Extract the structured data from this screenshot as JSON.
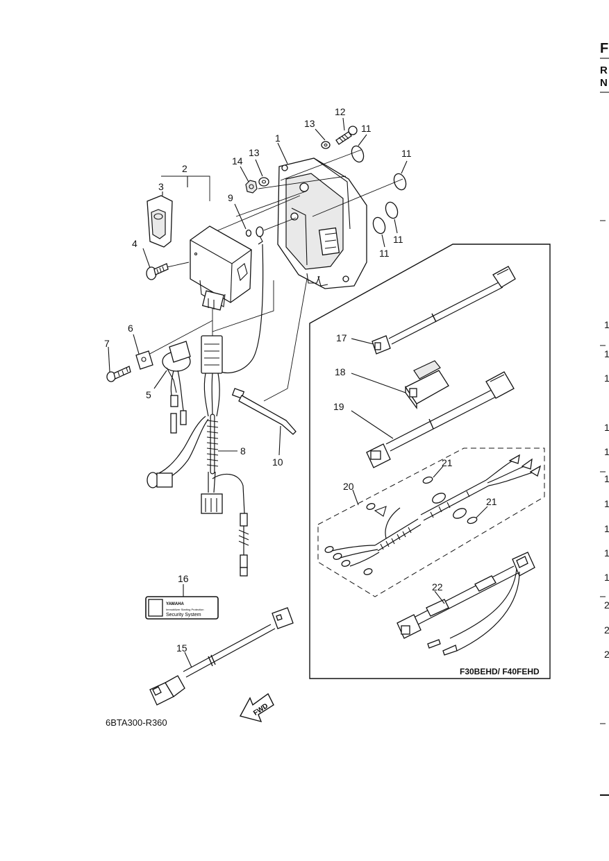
{
  "header": {
    "letters": [
      "F",
      "R",
      "N"
    ]
  },
  "margin_marks": [
    "1",
    "1",
    "1",
    "1",
    "1",
    "1",
    "1",
    "1",
    "1",
    "1",
    "2",
    "2",
    "2"
  ],
  "callouts": {
    "p1": "1",
    "p2": "2",
    "p3": "3",
    "p4": "4",
    "p5": "5",
    "p6": "6",
    "p7": "7",
    "p8": "8",
    "p9": "9",
    "p10": "10",
    "p11a": "11",
    "p11b": "11",
    "p11c": "11",
    "p11d": "11",
    "p12": "12",
    "p13a": "13",
    "p13b": "13",
    "p14": "14",
    "p15": "15",
    "p16": "16",
    "p17": "17",
    "p18": "18",
    "p19": "19",
    "p20": "20",
    "p21a": "21",
    "p21b": "21",
    "p22": "22"
  },
  "decal": {
    "brand": "YAMAHA",
    "small_text": "Immobilizer Starting Protection",
    "system_text": "Security System"
  },
  "fwd_label": "FWD",
  "inset_model_label": "F30BEHD/ F40FEHD",
  "figure_code": "6BTA300-R360"
}
